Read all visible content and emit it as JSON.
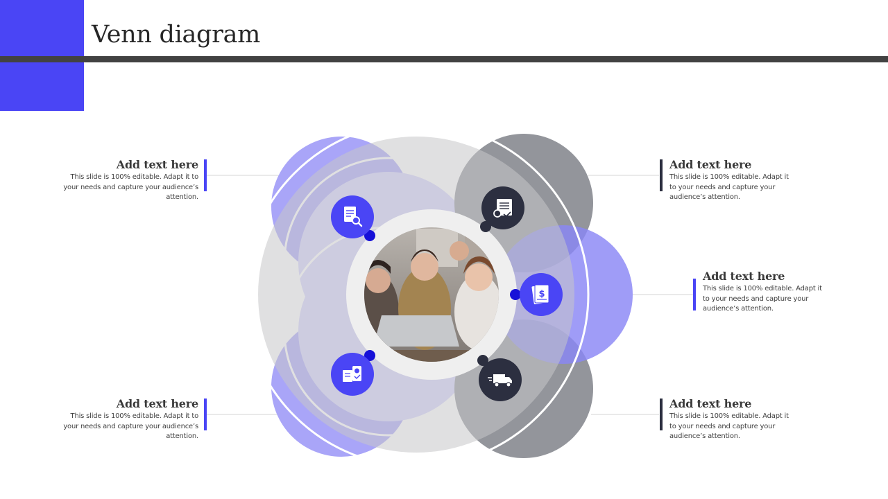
{
  "slide": {
    "title": "Venn diagram"
  },
  "colors": {
    "accent": "#4a45f5",
    "purple_light": "#d5d3fc",
    "purple_mid": "#a9a5f8",
    "purple_strong": "#8a86f5",
    "gray_light": "#c6c6c9",
    "gray_dark": "#93959b",
    "icon_navy": "#2c2f40",
    "dot_blue": "#1610d8"
  },
  "items": [
    {
      "heading": "Add text here",
      "body": "This slide is 100% editable. Adapt it to your needs and capture your audience’s attention.",
      "icon": "document-search-icon"
    },
    {
      "heading": "Add text here",
      "body": "This slide is 100% editable. Adapt it to your needs and capture your audience’s attention.",
      "icon": "certificate-icon"
    },
    {
      "heading": "Add text here",
      "body": "This slide is 100% editable. Adapt it to your needs and capture your audience’s attention.",
      "icon": "invoice-dollar-icon"
    },
    {
      "heading": "Add text here",
      "body": "This slide is 100% editable. Adapt it to your needs and capture your audience’s attention.",
      "icon": "mobile-payment-icon"
    },
    {
      "heading": "Add text here",
      "body": "This slide is 100% editable. Adapt it to your needs and capture your audience’s attention.",
      "icon": "delivery-truck-icon"
    }
  ],
  "center_image": "team-photo"
}
